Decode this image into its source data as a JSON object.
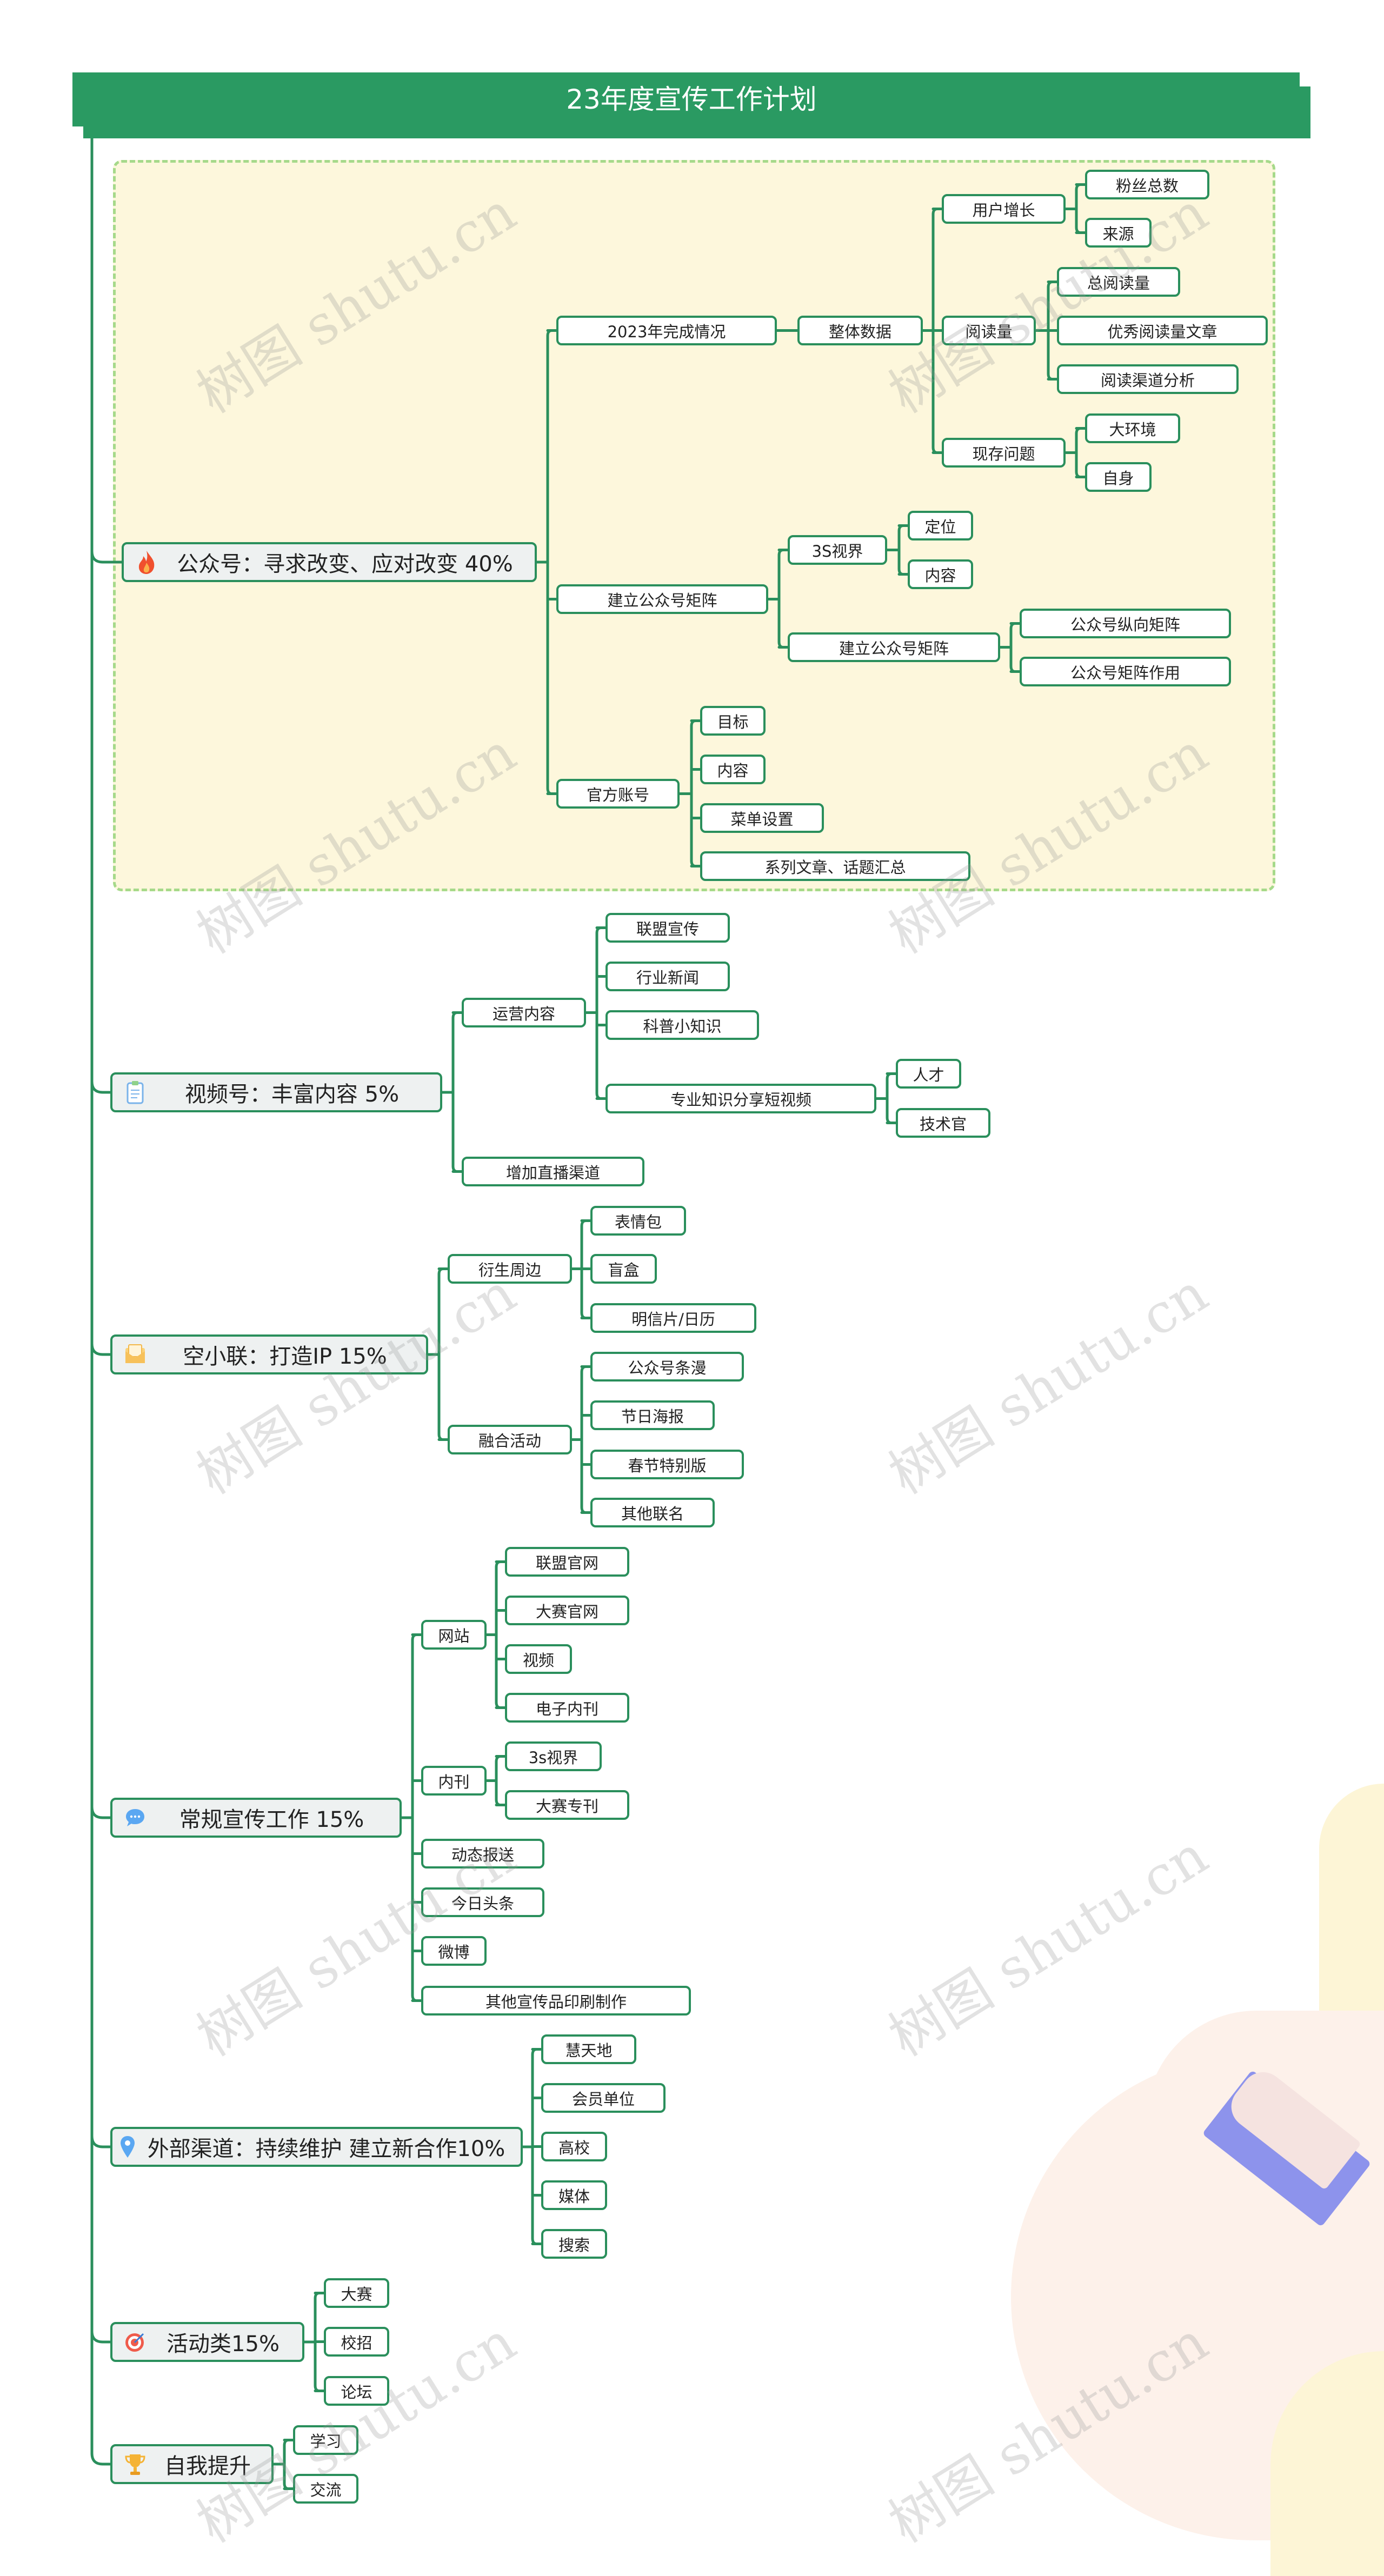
{
  "title": "23年度宣传工作计划",
  "watermark": "树图 shutu.cn",
  "colors": {
    "accent": "#2a9a62",
    "line": "#2a8f5c",
    "highlight_bg": "#fdf7dc",
    "highlight_border": "#a6d98a",
    "branch_bg": "#eef1f1"
  },
  "branches": [
    {
      "label": "公众号：寻求改变、应对改变 40%",
      "icon": "fire-icon",
      "children": [
        {
          "label": "2023年完成情况",
          "children": [
            {
              "label": "整体数据",
              "children": [
                {
                  "label": "用户增长",
                  "children": [
                    {
                      "label": "粉丝总数"
                    },
                    {
                      "label": "来源"
                    }
                  ]
                },
                {
                  "label": "阅读量",
                  "children": [
                    {
                      "label": "总阅读量"
                    },
                    {
                      "label": "优秀阅读量文章"
                    },
                    {
                      "label": "阅读渠道分析"
                    }
                  ]
                },
                {
                  "label": "现存问题",
                  "children": [
                    {
                      "label": "大环境"
                    },
                    {
                      "label": "自身"
                    }
                  ]
                }
              ]
            }
          ]
        },
        {
          "label": "建立公众号矩阵",
          "children": [
            {
              "label": "3S视界",
              "children": [
                {
                  "label": "定位"
                },
                {
                  "label": "内容"
                }
              ]
            },
            {
              "label": "建立公众号矩阵",
              "children": [
                {
                  "label": "公众号纵向矩阵"
                },
                {
                  "label": "公众号矩阵作用"
                }
              ]
            }
          ]
        },
        {
          "label": "官方账号",
          "children": [
            {
              "label": "目标"
            },
            {
              "label": "内容"
            },
            {
              "label": "菜单设置"
            },
            {
              "label": "系列文章、话题汇总"
            }
          ]
        }
      ]
    },
    {
      "label": "视频号：丰富内容 5%",
      "icon": "clipboard-icon",
      "children": [
        {
          "label": "运营内容",
          "children": [
            {
              "label": "联盟宣传"
            },
            {
              "label": "行业新闻"
            },
            {
              "label": "科普小知识"
            },
            {
              "label": "专业知识分享短视频",
              "children": [
                {
                  "label": "人才"
                },
                {
                  "label": "技术官"
                }
              ]
            }
          ]
        },
        {
          "label": "增加直播渠道"
        }
      ]
    },
    {
      "label": "空小联：打造IP 15%",
      "icon": "envelope-icon",
      "children": [
        {
          "label": "衍生周边",
          "children": [
            {
              "label": "表情包"
            },
            {
              "label": "盲盒"
            },
            {
              "label": "明信片/日历"
            }
          ]
        },
        {
          "label": "融合活动",
          "children": [
            {
              "label": "公众号条漫"
            },
            {
              "label": "节日海报"
            },
            {
              "label": "春节特别版"
            },
            {
              "label": "其他联名"
            }
          ]
        }
      ]
    },
    {
      "label": "常规宣传工作 15%",
      "icon": "chat-bubble-icon",
      "children": [
        {
          "label": "网站",
          "children": [
            {
              "label": "联盟官网"
            },
            {
              "label": "大赛官网"
            },
            {
              "label": "视频"
            },
            {
              "label": "电子内刊"
            }
          ]
        },
        {
          "label": "内刊",
          "children": [
            {
              "label": "3s视界"
            },
            {
              "label": "大赛专刊"
            }
          ]
        },
        {
          "label": "动态报送"
        },
        {
          "label": "今日头条"
        },
        {
          "label": "微博"
        },
        {
          "label": "其他宣传品印刷制作"
        }
      ]
    },
    {
      "label": "外部渠道：持续维护 建立新合作10%",
      "icon": "location-pin-icon",
      "children": [
        {
          "label": "慧天地"
        },
        {
          "label": "会员单位"
        },
        {
          "label": "高校"
        },
        {
          "label": "媒体"
        },
        {
          "label": "搜索"
        }
      ]
    },
    {
      "label": "活动类15%",
      "icon": "target-icon",
      "children": [
        {
          "label": "大赛"
        },
        {
          "label": "校招"
        },
        {
          "label": "论坛"
        }
      ]
    },
    {
      "label": "自我提升",
      "icon": "trophy-icon",
      "children": [
        {
          "label": "学习"
        },
        {
          "label": "交流"
        }
      ]
    }
  ]
}
